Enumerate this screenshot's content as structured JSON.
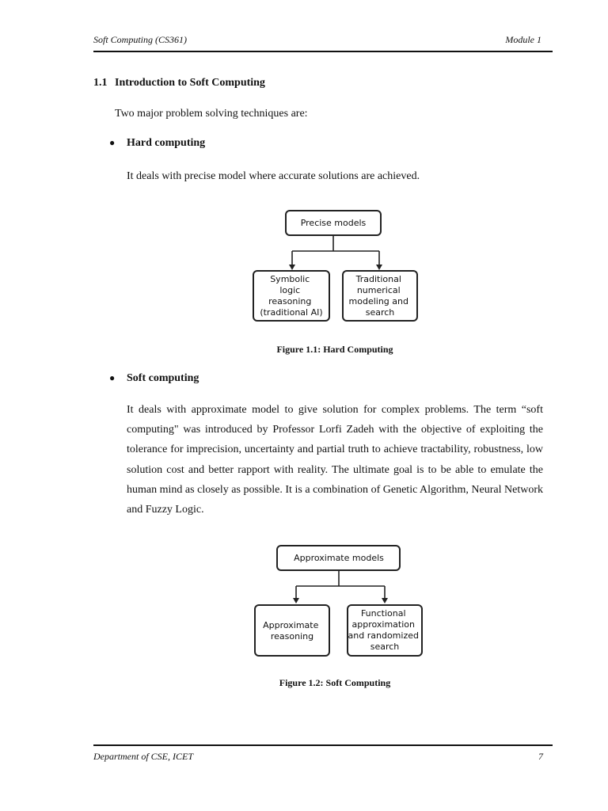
{
  "header": {
    "course": "Soft Computing (CS361)",
    "module": "Module 1"
  },
  "section": {
    "number": "1.1",
    "title": "Introduction to Soft Computing"
  },
  "intro": "Two major problem solving techniques are:",
  "hard": {
    "title": "Hard computing",
    "text": "It deals with precise model where accurate solutions are achieved.",
    "figure": {
      "top": "Precise models",
      "left_lines": [
        "Symbolic",
        "logic",
        "reasoning",
        "(traditional AI)"
      ],
      "right_lines": [
        "Traditional",
        "numerical",
        "modeling and",
        "search"
      ],
      "caption": "Figure 1.1: Hard Computing"
    }
  },
  "soft": {
    "title": "Soft computing",
    "text": "It deals with approximate model to give solution for complex problems. The term “soft computing\" was introduced by Professor Lorfi Zadeh with the objective of exploiting the tolerance for imprecision, uncertainty and partial truth to achieve tractability, robustness, low solution cost and better rapport with reality. The ultimate goal is to be able to emulate the human mind as closely as possible. It is a combination of Genetic Algorithm, Neural Network and Fuzzy Logic.",
    "figure": {
      "top": "Approximate models",
      "left_lines": [
        "Approximate",
        "reasoning"
      ],
      "right_lines": [
        "Functional",
        "approximation",
        "and randomized",
        "search"
      ],
      "caption": "Figure 1.2: Soft Computing"
    }
  },
  "footer": {
    "department": "Department of CSE, ICET",
    "page": "7"
  }
}
